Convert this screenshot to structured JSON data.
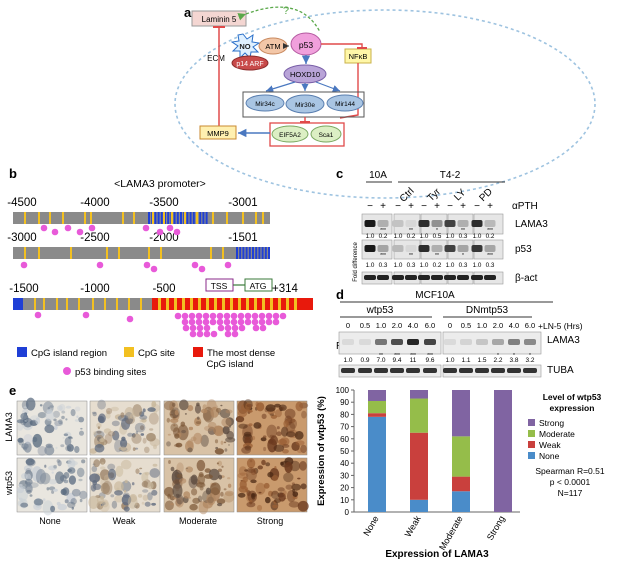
{
  "panels": {
    "a": {
      "letter": "a",
      "nodes": {
        "laminin5": "Laminin 5",
        "ecm": "ECM",
        "no": "NO",
        "atm": "ATM",
        "p53": "p53",
        "p14arf": "p14 ARF",
        "nfkb": "NFκB",
        "hoxd10": "HOXD10",
        "mir34c": "Mir34c",
        "mir30e": "Mir30e",
        "mir144": "Mir144",
        "mmp9": "MMP9",
        "eif5a2": "EIF5A2",
        "sca1": "Sca1",
        "question": "?"
      },
      "colors": {
        "pink": "#f0a0dc",
        "blue_node": "#a9c5e3",
        "green_node": "#dcefc4",
        "peach": "#f3c7a8",
        "orange": "#ee8a2e",
        "yellow_box": "#fff7a8",
        "red_line": "#e04a4a"
      }
    },
    "b": {
      "letter": "b",
      "title": "<LAMA3 promoter>",
      "row1_labels": [
        "-4500",
        "-4000",
        "-3500",
        "-3001"
      ],
      "row2_labels": [
        "-3000",
        "-2500",
        "-2000",
        "-1501"
      ],
      "row3_labels": [
        "-1500",
        "-1000",
        "-500",
        "+314"
      ],
      "tss": "TSS",
      "atg": "ATG",
      "legend": {
        "cpg_island": "CpG island region",
        "cpg_site": "CpG site",
        "dense_line1": "The most dense",
        "dense_line2": "CpG island",
        "p53_sites": "p53 binding sites"
      },
      "colors": {
        "island": "#1f3fd6",
        "site": "#f2c021",
        "dense": "#e8190c",
        "bar": "#8a8a8a",
        "p53": "#e85ad9"
      }
    },
    "c": {
      "letter": "c",
      "header_10a": "10A",
      "header_t42": "T4-2",
      "treatments": [
        "Ctrl",
        "Tyr",
        "LY",
        "PD"
      ],
      "pm_labels": [
        "−",
        "+",
        "−",
        "+",
        "−",
        "+",
        "−",
        "+",
        "−",
        "+"
      ],
      "alpha_pth": "αPTH",
      "fold_label": "Fold difference",
      "blots": {
        "lama3": "LAMA3",
        "p53": "p53",
        "bact": "β-act"
      },
      "lama3_values": [
        "1.0",
        "0.2",
        "1.0",
        "0.2",
        "1.0",
        "0.5",
        "1.0",
        "0.3",
        "1.0",
        "0.2"
      ],
      "lama3_stars": [
        "",
        "***",
        "",
        "**",
        "",
        "*",
        "",
        "**",
        "",
        "***"
      ],
      "p53_values": [
        "1.0",
        "0.3",
        "1.0",
        "0.3",
        "1.0",
        "0.2",
        "1.0",
        "0.3",
        "1.0",
        "0.3"
      ],
      "p53_stars": [
        "",
        "***",
        "",
        "**",
        "",
        "**",
        "",
        "*",
        "",
        "***"
      ]
    },
    "d": {
      "letter": "d",
      "title": "MCF10A",
      "group1": "wtp53",
      "group2": "DNmtp53",
      "ln5_label": "+LN-5 (Hrs)",
      "time_points": [
        "0",
        "0.5",
        "1.0",
        "2.0",
        "4.0",
        "6.0",
        "0",
        "0.5",
        "1.0",
        "2.0",
        "4.0",
        "6.0"
      ],
      "rt": "RT",
      "blot_lama3": "LAMA3",
      "blot_tuba": "TUBA",
      "values": [
        "1.0",
        "0.9",
        "7.0",
        "9.4",
        "11",
        "9.6",
        "1.0",
        "1.1",
        "1.5",
        "2.2",
        "3.8",
        "3.2"
      ],
      "stars": [
        "",
        "",
        "**",
        "***",
        "***",
        "***",
        "",
        "",
        "",
        "*",
        "*",
        "*"
      ]
    },
    "e": {
      "letter": "e",
      "row_labels": [
        "LAMA3",
        "wtp53"
      ],
      "col_labels": [
        "None",
        "Weak",
        "Moderate",
        "Strong"
      ]
    }
  },
  "chart_data": {
    "type": "bar",
    "stacked": true,
    "categories": [
      "None",
      "Weak",
      "Moderate",
      "Strong"
    ],
    "series": [
      {
        "name": "None",
        "color": "#4a8cc9",
        "values": [
          78,
          10,
          17,
          0
        ]
      },
      {
        "name": "Weak",
        "color": "#c9403d",
        "values": [
          3,
          55,
          12,
          0
        ]
      },
      {
        "name": "Moderate",
        "color": "#95bd4a",
        "values": [
          10,
          28,
          33,
          0
        ]
      },
      {
        "name": "Strong",
        "color": "#8064a2",
        "values": [
          9,
          7,
          38,
          100
        ]
      }
    ],
    "xlabel": "Expression of LAMA3",
    "ylabel": "Expression of wtp53 (%)",
    "ylim": [
      0,
      100
    ],
    "yticks": [
      0,
      10,
      20,
      30,
      40,
      50,
      60,
      70,
      80,
      90,
      100
    ],
    "legend_title_line1": "Level of wtp53",
    "legend_title_line2": "expression",
    "legend_order": [
      "Strong",
      "Moderate",
      "Weak",
      "None"
    ],
    "stats": [
      "Spearman R=0.51",
      "p < 0.0001",
      "N=117"
    ]
  }
}
